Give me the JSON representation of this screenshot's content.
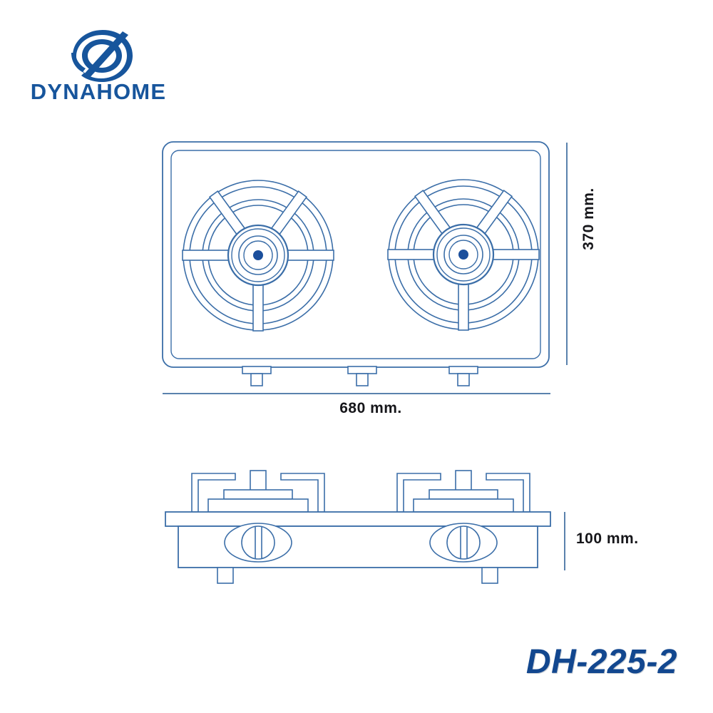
{
  "brand": {
    "name": "DYNAHOME",
    "logo_icon": "dynahome-swoosh-icon",
    "logo_color": "#17559c"
  },
  "product": {
    "model": "DH-225-2",
    "model_color": "#12478f",
    "type": "two-burner gas stove",
    "burner_count": 2,
    "knob_count": 2
  },
  "dimensions": {
    "width": "680 mm.",
    "depth": "370 mm.",
    "height": "100 mm."
  },
  "views": {
    "top": {
      "label": "top-view",
      "burners": [
        "left-burner",
        "right-burner"
      ],
      "feet": 3
    },
    "side": {
      "label": "side-view",
      "burners": [
        "left-burner",
        "right-burner"
      ],
      "knobs": [
        "left-knob",
        "right-knob"
      ],
      "feet": 2
    }
  },
  "style": {
    "line_color": "#3b6ea8",
    "line_color_dark": "#2b5488",
    "dim_line_color": "#5a82ad",
    "center_dot_color": "#1b4f9c",
    "background": "#ffffff"
  }
}
